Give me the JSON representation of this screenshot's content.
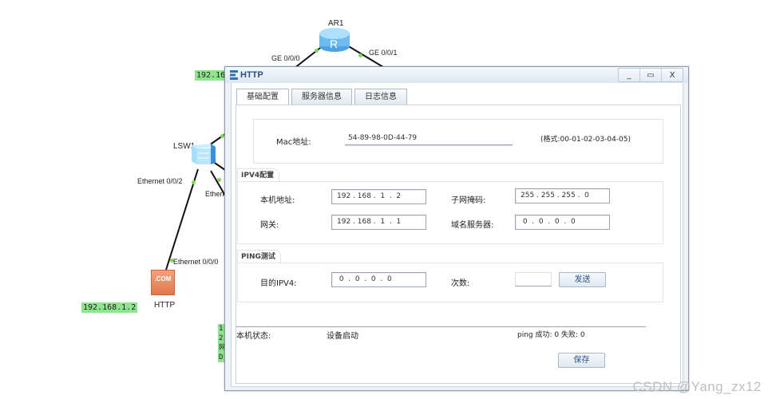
{
  "topology": {
    "router": {
      "name": "AR1",
      "port_left": "GE 0/0/0",
      "port_right": "GE 0/0/1"
    },
    "switch": {
      "name": "LSW1",
      "port_down_left": "Ethernet 0/0/2",
      "port_down_right": "Ethern"
    },
    "server": {
      "name": "HTTP",
      "port": "Ethernet 0/0/0",
      "icon_text": ".COM"
    },
    "ip_tags": [
      "192.16",
      "192.168.1.2"
    ],
    "partial_tag_lines": [
      "1",
      "2",
      "网",
      "D"
    ]
  },
  "window": {
    "title": "HTTP",
    "controls": {
      "minimize": "_",
      "maximize": "▭",
      "close": "X"
    },
    "tabs": [
      {
        "label": "基础配置",
        "active": true
      },
      {
        "label": "服务器信息",
        "active": false
      },
      {
        "label": "日志信息",
        "active": false
      }
    ],
    "mac": {
      "label": "Mac地址:",
      "value": "54-89-98-0D-44-79",
      "hint": "(格式:00-01-02-03-04-05)"
    },
    "ipv4": {
      "section_title": "IPV4配置",
      "local_ip_label": "本机地址:",
      "local_ip": "192 . 168 .  1  .  2",
      "mask_label": "子网掩码:",
      "mask": "255 . 255 . 255 .  0",
      "gateway_label": "网关:",
      "gateway": "192 . 168 .  1  .  1",
      "dns_label": "域名服务器:",
      "dns": " 0  .  0  .  0  .  0"
    },
    "ping": {
      "section_title": "PING测试",
      "dest_label": "目的IPV4:",
      "dest": " 0  .  0  .  0  .  0",
      "count_label": "次数:",
      "count": "",
      "send_button": "发送"
    },
    "status": {
      "label": "本机状态:",
      "value": "设备启动",
      "ping_result": "ping 成功: 0 失败: 0"
    },
    "save_button": "保存"
  },
  "watermark": "CSDN @Yang_zx12"
}
